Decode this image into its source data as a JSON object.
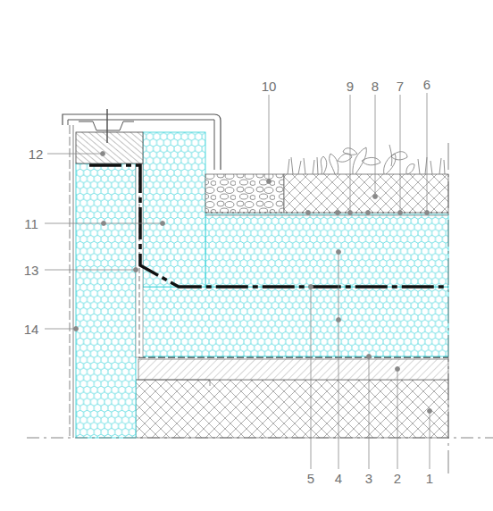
{
  "diagram": {
    "labels": [
      "10",
      "9",
      "8",
      "7",
      "6",
      "12",
      "11",
      "13",
      "14",
      "5",
      "4",
      "3",
      "2",
      "1"
    ]
  }
}
